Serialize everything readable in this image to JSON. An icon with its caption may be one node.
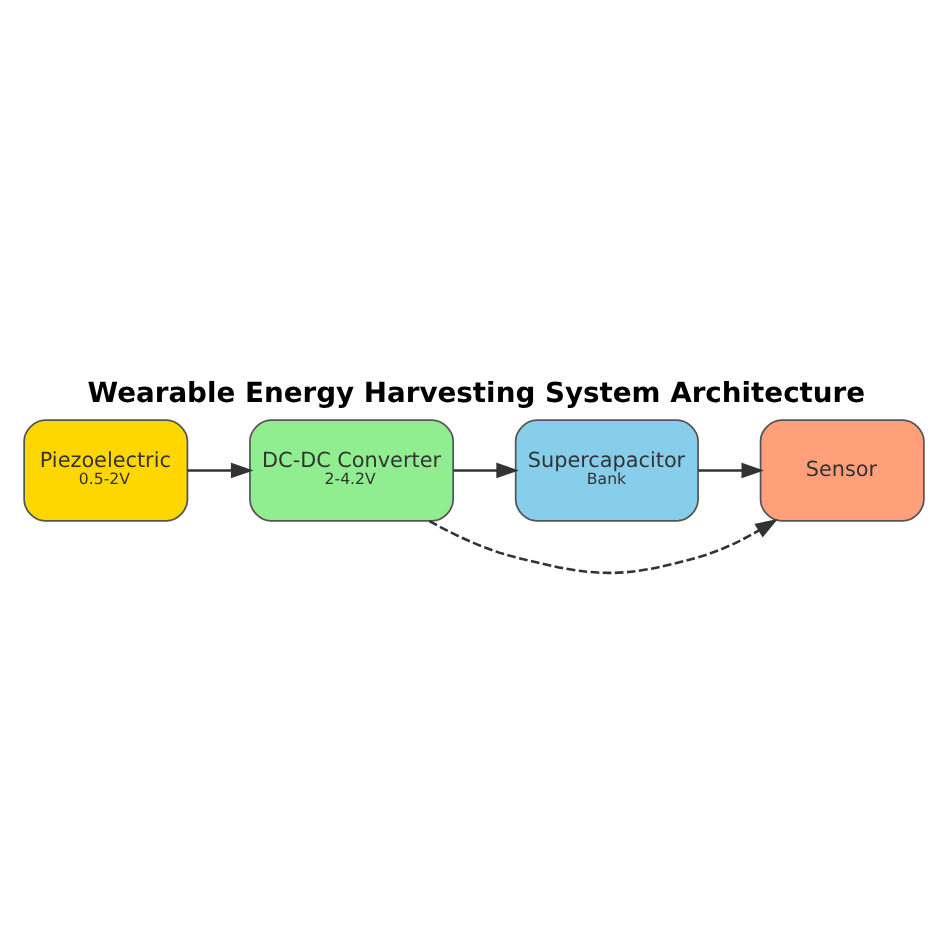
{
  "diagram": {
    "title": "Wearable Energy Harvesting System Architecture",
    "nodes": [
      {
        "text": [
          "Piezoelectric",
          "0.5-2V"
        ]
      },
      {
        "text": [
          "DC-DC Converter",
          "2-4.2V"
        ]
      },
      {
        "text": [
          "Supercapacitor",
          "Bank"
        ]
      },
      {
        "text": [
          "Sensor"
        ]
      }
    ],
    "edges": [
      {
        "from": 0,
        "to": 1,
        "arrow": "to"
      },
      {
        "from": 1,
        "to": 2,
        "arrow": "to"
      },
      {
        "from": 2,
        "to": 3,
        "arrow": "to"
      },
      {
        "from": 1,
        "to": 3,
        "arrow": "to",
        "style": "dashed"
      }
    ]
  }
}
